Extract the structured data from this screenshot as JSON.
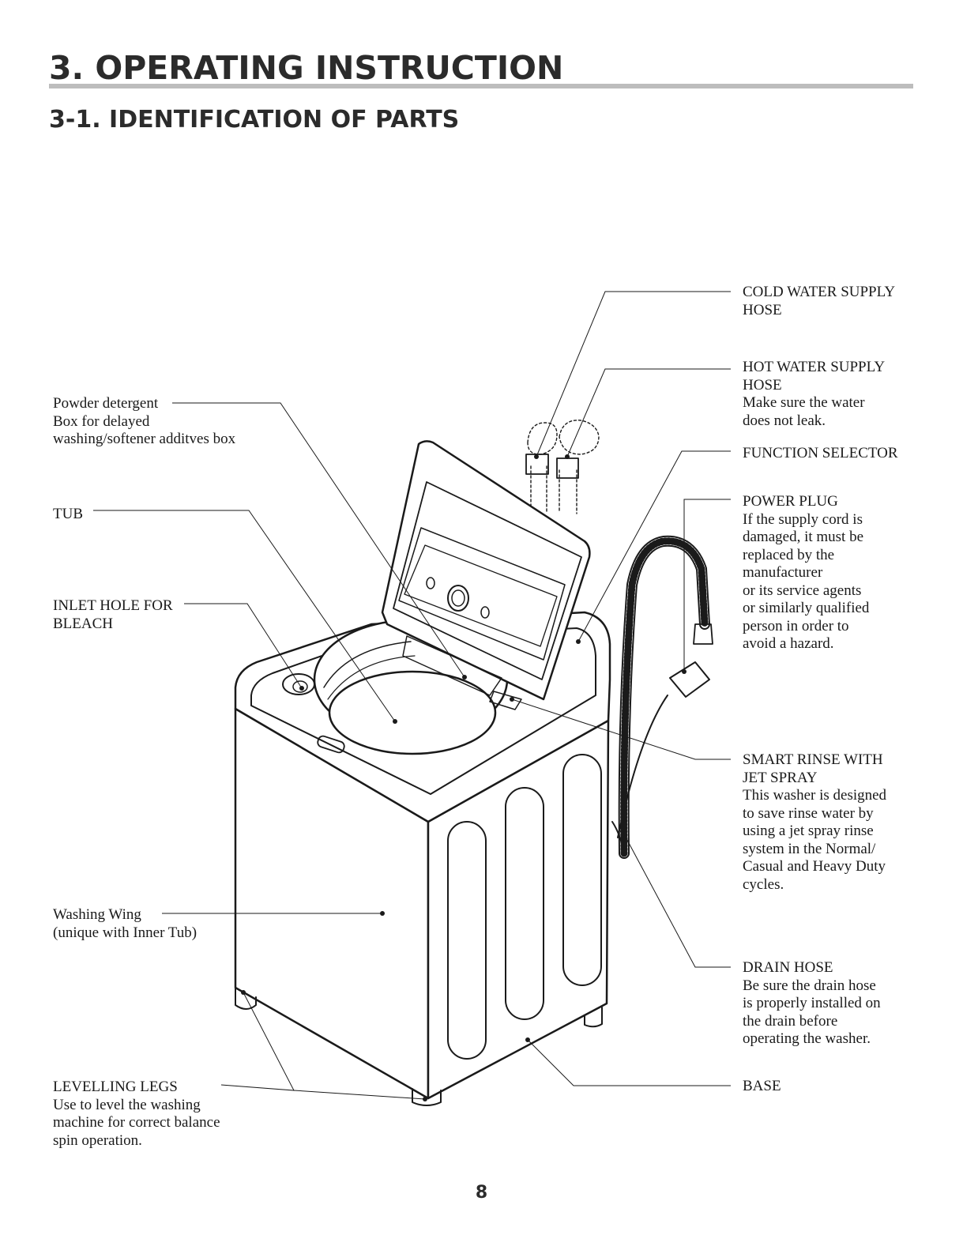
{
  "header": {
    "title": "3. OPERATING INSTRUCTION",
    "subtitle": "3-1. IDENTIFICATION OF PARTS"
  },
  "labels": {
    "powder": {
      "line1": "Powder detergent",
      "line2": "Box for delayed",
      "line3": "washing/softener additves box"
    },
    "tub": {
      "title": "TUB"
    },
    "inlet": {
      "line1": "INLET HOLE FOR",
      "line2": "BLEACH"
    },
    "wing": {
      "line1": "Washing Wing",
      "line2": "(unique with Inner Tub)"
    },
    "legs": {
      "title": "LEVELLING LEGS",
      "line1": "Use to level the washing",
      "line2": "machine for correct balance",
      "line3": "spin operation."
    },
    "cold": {
      "line1": "COLD WATER SUPPLY",
      "line2": "HOSE"
    },
    "hot": {
      "line1": "HOT WATER SUPPLY",
      "line2": "HOSE",
      "line3": "Make sure the water",
      "line4": "does not leak."
    },
    "function": {
      "title": "FUNCTION SELECTOR"
    },
    "power": {
      "title": "POWER PLUG",
      "line1": "If the supply cord is",
      "line2": "damaged, it must be",
      "line3": "replaced by the",
      "line4": "manufacturer",
      "line5": "or its service agents",
      "line6": "or similarly qualified",
      "line7": "person in order to",
      "line8": "avoid a hazard."
    },
    "rinse": {
      "line1": "SMART RINSE WITH",
      "line2": "JET SPRAY",
      "line3": "This washer is designed",
      "line4": "to save rinse water by",
      "line5": "using a jet spray rinse",
      "line6": "system in the Normal/",
      "line7": "Casual and Heavy Duty",
      "line8": "cycles."
    },
    "drain": {
      "title": "DRAIN HOSE",
      "line1": "Be sure the drain hose",
      "line2": "is properly installed on",
      "line3": "the drain before",
      "line4": "operating the washer."
    },
    "base": {
      "title": "BASE"
    }
  },
  "footer": {
    "page_number": "8"
  }
}
